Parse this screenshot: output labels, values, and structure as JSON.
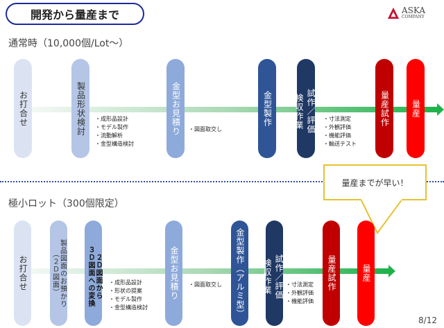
{
  "title": "開発から量産まで",
  "logo": {
    "name": "ASKA",
    "sub": "COMPANY"
  },
  "normal": {
    "heading": "通常時（10,000個/Lot～）",
    "steps": [
      "お打合せ",
      "製品形状検討",
      "金型お見積り",
      "金型製作",
      "試作／評価",
      "検収作業",
      "量産試作",
      "量産"
    ],
    "notes1": [
      "・成形品設計",
      "・モデル製作",
      "・流動解析",
      "・金型構造検討"
    ],
    "notes2": [
      "・図面取交し"
    ],
    "notes3": [
      "・寸法測定",
      "・外観評価",
      "・機能評価",
      "・輸送テスト"
    ]
  },
  "callout": "量産までが早い！",
  "small": {
    "heading": "極小ロット（300個限定）",
    "steps": [
      "お打合せ",
      "製品図面のお預かり",
      "（２Ｄ図面）",
      "２Ｄ図面から",
      "３Ｄ図面への変換",
      "金型お見積り",
      "金型製作（アルミ型）",
      "試作／評価",
      "検収作業",
      "量産試作",
      "量産"
    ],
    "notes1": [
      "・成形品設計",
      "・形状の提案",
      "・モデル製作",
      "・金型構造検討"
    ],
    "notes2": [
      "・図面取交し"
    ],
    "notes3": [
      "・寸法測定",
      "・外観評価",
      "・機能評価"
    ]
  },
  "page": "8/12",
  "colors": {
    "c1": "#dbe3f3",
    "c2": "#b4c5e6",
    "c3": "#8eaadb",
    "c4": "#2f5597",
    "c5": "#1f3864",
    "c6": "#c00000",
    "c7": "#ff0000"
  }
}
